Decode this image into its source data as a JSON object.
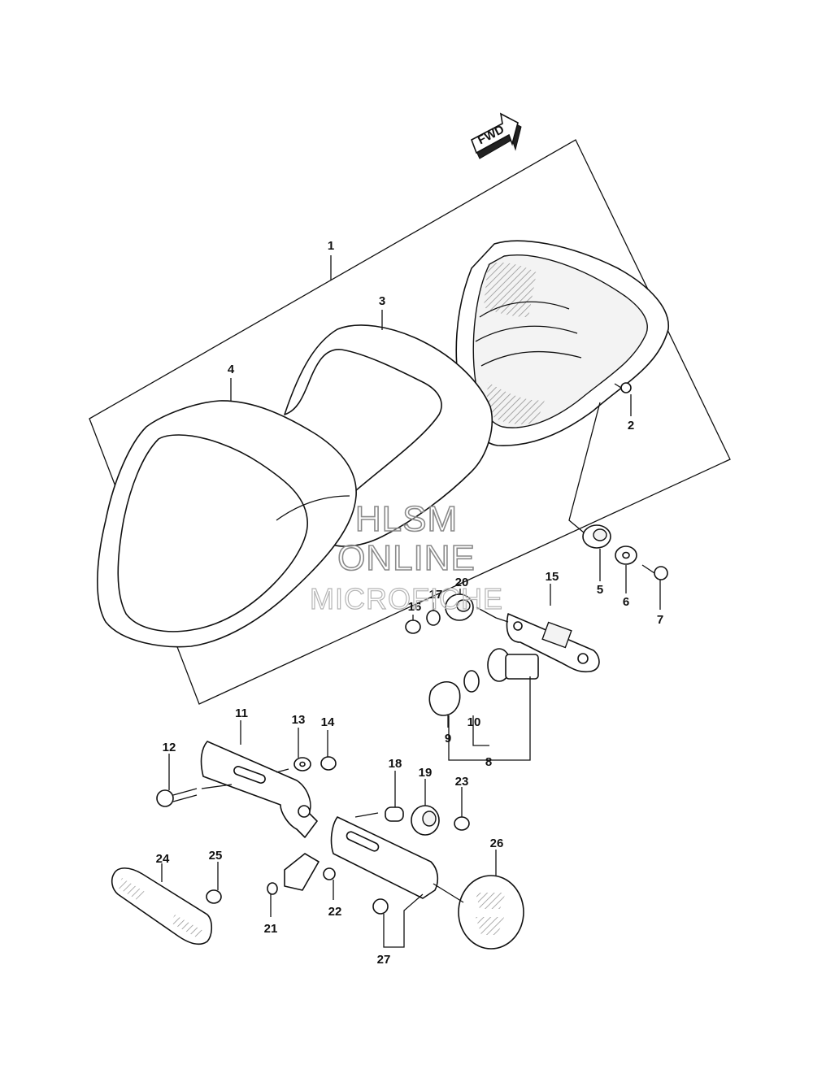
{
  "diagram": {
    "fwd_label": "FWD",
    "callouts": [
      "1",
      "2",
      "3",
      "4",
      "5",
      "6",
      "7",
      "8",
      "9",
      "10",
      "11",
      "12",
      "13",
      "14",
      "15",
      "16",
      "17",
      "18",
      "19",
      "20",
      "21",
      "22",
      "23",
      "24",
      "25",
      "26",
      "27"
    ]
  },
  "watermark": {
    "line1": "HLSM",
    "line2": "ONLINE",
    "line3": "MICROFICHE"
  }
}
